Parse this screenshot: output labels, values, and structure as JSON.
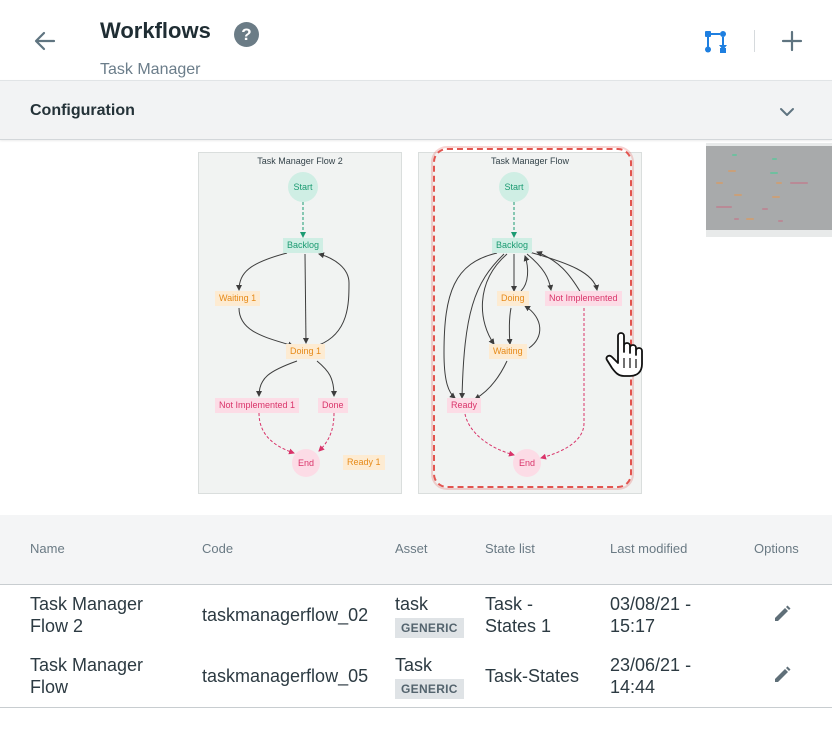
{
  "header": {
    "title": "Workflows",
    "help_symbol": "?",
    "subtitle": "Task Manager",
    "icons": {
      "back": "arrow-left-icon",
      "help": "help-circle-icon",
      "flow": "workflow-icon",
      "add": "plus-icon"
    }
  },
  "config": {
    "label": "Configuration",
    "icon": "chevron-down-icon"
  },
  "diagrams": [
    {
      "title": "Task Manager Flow 2",
      "nodes": {
        "start": "Start",
        "backlog": "Backlog",
        "waiting": "Waiting 1",
        "doing": "Doing 1",
        "not_implemented": "Not Implemented 1",
        "done": "Done",
        "end": "End",
        "ready": "Ready 1"
      }
    },
    {
      "title": "Task Manager Flow",
      "nodes": {
        "start": "Start",
        "backlog": "Backlog",
        "doing": "Doing",
        "not_implemented": "Not Implemented",
        "waiting": "Waiting",
        "ready": "Ready",
        "end": "End"
      }
    }
  ],
  "table": {
    "headers": [
      "Name",
      "Code",
      "Asset",
      "State list",
      "Last modified",
      "Options"
    ],
    "rows": [
      {
        "name_line1": "Task Manager",
        "name_line2": "Flow 2",
        "code": "taskmanagerflow_02",
        "asset": "task",
        "asset_badge": "GENERIC",
        "state_line1": "Task -",
        "state_line2": "States 1",
        "modified_line1": "03/08/21 -",
        "modified_line2": "15:17",
        "option_icon": "pencil-icon"
      },
      {
        "name_line1": "Task Manager",
        "name_line2": "Flow",
        "code": "taskmanagerflow_05",
        "asset": "Task",
        "asset_badge": "GENERIC",
        "state_line1": "Task-States",
        "state_line2": "",
        "modified_line1": "23/06/21 -",
        "modified_line2": "14:44",
        "option_icon": "pencil-icon"
      }
    ]
  },
  "colors": {
    "accent_blue": "#1e7fe0",
    "selection_red": "#e2544f",
    "green_node": "#1c9b72",
    "orange_node": "#e68a18",
    "pink_node": "#d9346a"
  }
}
